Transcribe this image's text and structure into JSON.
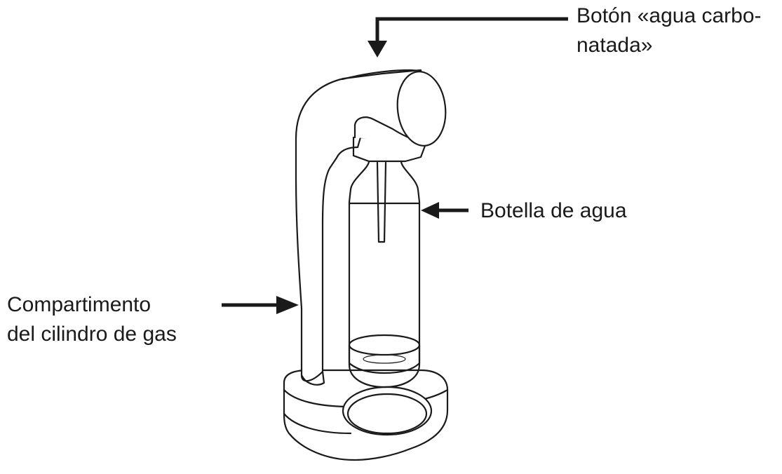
{
  "labels": {
    "button": {
      "line1": "Botón «agua carbo-",
      "line2": "natada»"
    },
    "bottle": {
      "line1": "Botella de agua"
    },
    "cylinder": {
      "line1": "Compartimento",
      "line2": "del cilindro de gas"
    }
  },
  "colors": {
    "ink": "#1a1a1a",
    "background": "#ffffff"
  }
}
